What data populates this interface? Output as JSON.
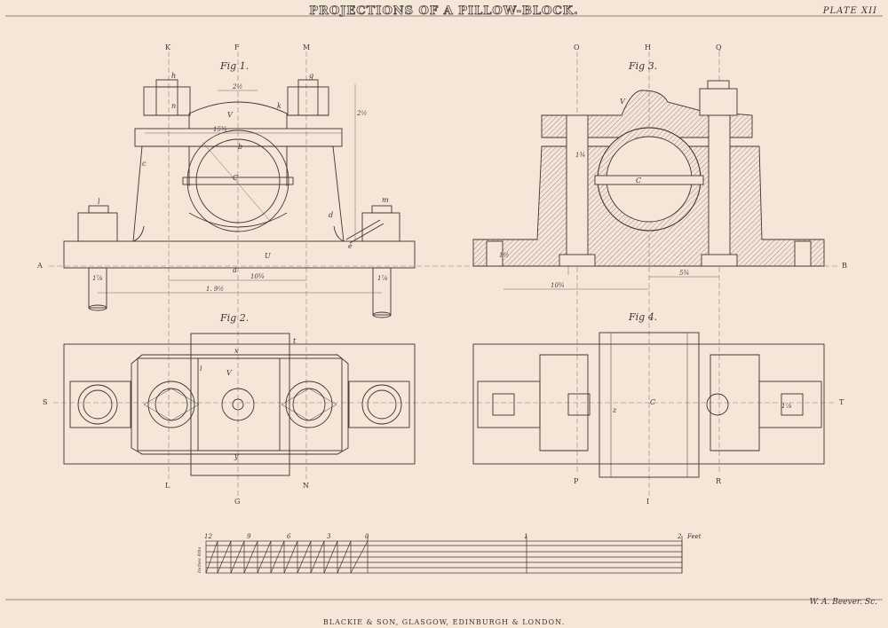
{
  "title": "PROJECTIONS OF A PILLOW-BLOCK.",
  "plate": "PLATE XII",
  "engraver": "W. A. Beever. Sc.",
  "publisher": "BLACKIE & SON, GLASGOW, EDINBURGH & LONDON.",
  "figures": {
    "fig1": "Fig 1.",
    "fig2": "Fig 2.",
    "fig3": "Fig 3.",
    "fig4": "Fig 4."
  },
  "projection_letters": {
    "K": "K",
    "F": "F",
    "M": "M",
    "O": "O",
    "H": "H",
    "Q": "Q",
    "A": "A",
    "B": "B",
    "S": "S",
    "T": "T",
    "L": "L",
    "G": "G",
    "N": "N",
    "P": "P",
    "I": "I",
    "R": "R"
  },
  "part_letters": {
    "V1": "V",
    "U": "U",
    "C1": "C",
    "V2": "V",
    "V3": "V",
    "C3": "C",
    "C4": "C",
    "h": "h",
    "g": "g",
    "l": "l",
    "m": "m",
    "n": "n",
    "k": "k",
    "e": "e",
    "d": "d",
    "b": "b",
    "a": "a",
    "c": "c",
    "i": "i",
    "x": "x",
    "y": "y",
    "z": "z",
    "t": "t"
  },
  "dimensions": {
    "d1": "2½",
    "d2": "15¾",
    "d3": "10¾",
    "d4": "1. 9½",
    "d5": "1⅞",
    "d6": "1⅞",
    "d7": "2½",
    "d8": "1¾",
    "d9": "10¾",
    "d10": "5¾",
    "d11": "1½",
    "d12": "1⅞"
  },
  "scale": {
    "unit": "Feet",
    "labels": [
      "12",
      "9",
      "6",
      "3",
      "0",
      "1",
      "2"
    ],
    "side": "Inches 4ths"
  }
}
